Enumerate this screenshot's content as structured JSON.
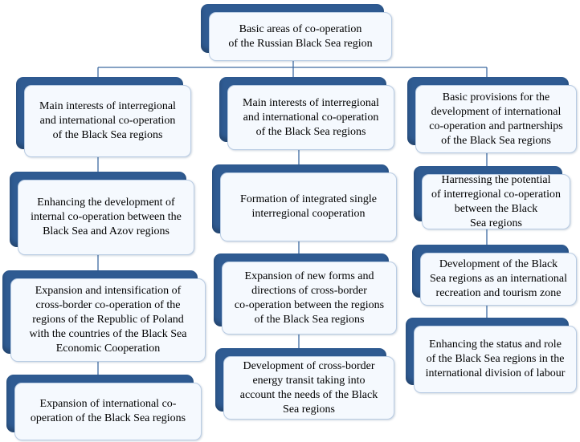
{
  "diagram": {
    "root": {
      "label": "Basic areas of co-operation\nof the Russian Black Sea region"
    },
    "columns": [
      {
        "header": "Main interests of interregional\nand international co-operation\nof the Black Sea regions",
        "items": [
          "Enhancing the development of\ninternal co-operation between the\nBlack Sea and Azov regions",
          "Expansion and intensification of\ncross-border co-operation of the\nregions of the Republic of Poland\nwith the countries of the Black Sea\nEconomic Cooperation",
          "Expansion of international co-\noperation of the Black Sea regions"
        ]
      },
      {
        "header": "Main interests of interregional\nand international co-operation\nof the Black Sea regions",
        "items": [
          "Formation of integrated single\ninterregional cooperation",
          "Expansion of new forms and\ndirections of cross-border\nco-operation between the regions\nof the Black Sea regions",
          "Development of cross-border\nenergy transit taking into\naccount the needs of the Black\nSea regions"
        ]
      },
      {
        "header": "Basic provisions for the\ndevelopment of international\nco-operation and partnerships\nof the Black Sea regions",
        "items": [
          "Harnessing the potential\nof interregional co-operation\nbetween the Black\nSea regions",
          "Development of the Black\nSea regions as an international\nrecreation and tourism zone",
          "Enhancing the status and role\nof the Black Sea regions in the\ninternational division of labour"
        ]
      }
    ],
    "colors": {
      "box_shadow": "#2f5b92",
      "box_fill": "#f5f9fe",
      "box_border": "#b9cce3",
      "connector": "#3d6aa0"
    }
  }
}
